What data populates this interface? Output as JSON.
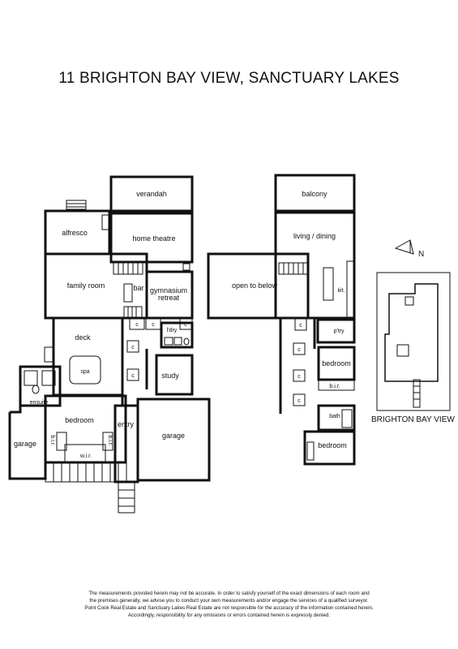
{
  "title": "11 BRIGHTON BAY VIEW, SANCTUARY LAKES",
  "ground_floor": {
    "verandah": "verandah",
    "alfresco": "alfresco",
    "home_theatre": "home theatre",
    "family_room": "family room",
    "bar": "bar",
    "gymnasium": "gymnasium",
    "retreat": "retreat",
    "ldry": "l'dry",
    "deck": "deck",
    "spa": "spa",
    "study": "study",
    "ensuite": "ensuite",
    "bedroom": "bedroom",
    "bir": "b.i.r.",
    "wir": "w.i.r.",
    "entry": "entry",
    "garage_left": "garage",
    "garage_main": "garage",
    "cupboard": "c"
  },
  "first_floor": {
    "balcony": "balcony",
    "living_dining": "living / dining",
    "open_to_below": "open to below",
    "kitchen": "kit.",
    "pantry": "p'try",
    "bedroom_1": "bedroom",
    "bir": "b.i.r.",
    "bath": "bath",
    "bedroom_2": "bedroom",
    "cupboard": "c"
  },
  "compass": "N",
  "site_plan_label": "BRIGHTON BAY VIEW",
  "disclaimer": [
    "The measurements provided herein may not be accurate.  In order to satisfy yourself of the exact dimensions of each room and",
    "the premises generally, we advise you to conduct your own measurements and/or engage the services of a qualified surveyor.",
    "Point Cook Real Estate and Sanctuary Lakes Real Estate are not responsible for the accuracy of the information contained herein.",
    "Accordingly, responsibility for any omissions or errors contained herein is expressly denied."
  ]
}
